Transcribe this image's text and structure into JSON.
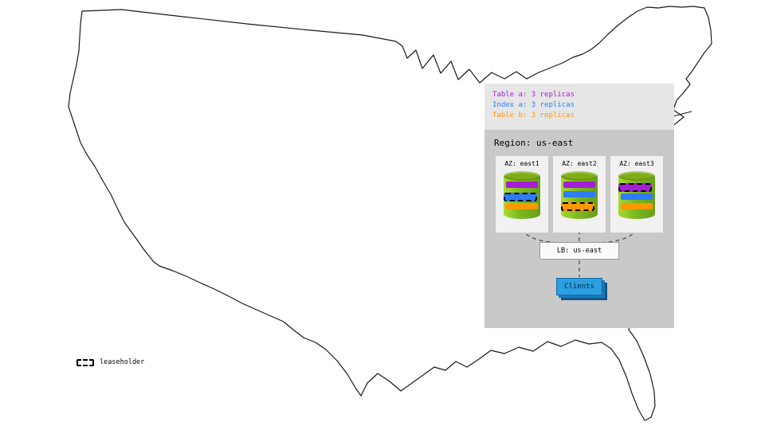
{
  "replica_legend": {
    "items": [
      {
        "id": "table-a",
        "label": "Table a: 3 replicas",
        "color": "#a21fd6"
      },
      {
        "id": "index-a",
        "label": "Index a: 3 replicas",
        "color": "#2f7df6"
      },
      {
        "id": "table-b",
        "label": "Table b: 3 replicas",
        "color": "#ff9800"
      }
    ]
  },
  "region": {
    "title": "Region: us-east",
    "azs": [
      {
        "label": "AZ: east1",
        "replicas": [
          {
            "name": "table-a",
            "color": "#a21fd6",
            "leaseholder": false
          },
          {
            "name": "index-a",
            "color": "#2f7df6",
            "leaseholder": true
          },
          {
            "name": "table-b",
            "color": "#ff9800",
            "leaseholder": false
          }
        ]
      },
      {
        "label": "AZ: east2",
        "replicas": [
          {
            "name": "table-a",
            "color": "#a21fd6",
            "leaseholder": false
          },
          {
            "name": "index-a",
            "color": "#2f7df6",
            "leaseholder": false
          },
          {
            "name": "table-b",
            "color": "#ff9800",
            "leaseholder": true
          }
        ]
      },
      {
        "label": "AZ: east3",
        "replicas": [
          {
            "name": "table-a",
            "color": "#a21fd6",
            "leaseholder": true
          },
          {
            "name": "index-a",
            "color": "#2f7df6",
            "leaseholder": false
          },
          {
            "name": "table-b",
            "color": "#ff9800",
            "leaseholder": false
          }
        ]
      }
    ],
    "load_balancer": {
      "label": "LB: us-east"
    },
    "clients": {
      "label": "Clients"
    }
  },
  "map_legend": {
    "leaseholder_label": "leaseholder"
  },
  "colors": {
    "cylinder_green": "#7cb71f",
    "clients_blue": "#2b9fe0",
    "panel_gray": "#e6e6e6",
    "region_gray": "#c9c9c9"
  }
}
